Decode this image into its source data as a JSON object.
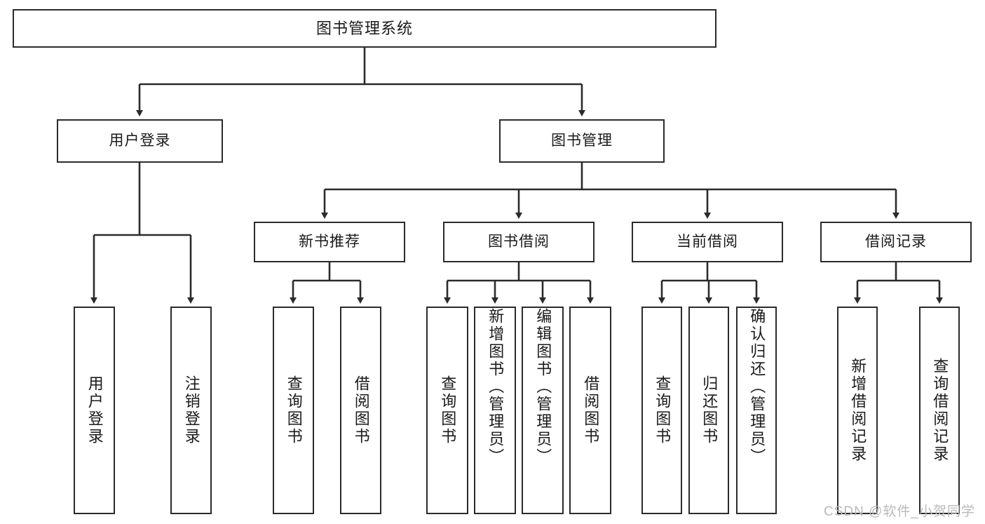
{
  "diagram": {
    "title": "图书管理系统",
    "type": "tree",
    "watermark": "CSDN @软件_小贺同学",
    "colors": {
      "box_border": "#2b2b2b",
      "box_fill": "#ffffff",
      "connector": "#2b2b2b",
      "text": "#1a1a1a",
      "watermark": "#b9b9b9"
    },
    "root": {
      "id": "root",
      "label": "图书管理系统"
    },
    "level2": [
      {
        "id": "user-login",
        "label": "用户登录"
      },
      {
        "id": "book-management",
        "label": "图书管理"
      }
    ],
    "level3": [
      {
        "id": "new-book-recommend",
        "label": "新书推荐"
      },
      {
        "id": "book-borrow",
        "label": "图书借阅"
      },
      {
        "id": "current-borrow",
        "label": "当前借阅"
      },
      {
        "id": "borrow-record",
        "label": "借阅记录"
      }
    ],
    "leaves": {
      "user_login": [
        {
          "id": "leaf-user-login",
          "label": "用户登录"
        },
        {
          "id": "leaf-logout-login",
          "label": "注销登录"
        }
      ],
      "new_book_recommend": [
        {
          "id": "leaf-query-book-1",
          "label": "查询图书"
        },
        {
          "id": "leaf-borrow-book-1",
          "label": "借阅图书"
        }
      ],
      "book_borrow": [
        {
          "id": "leaf-query-book-2",
          "label": "查询图书"
        },
        {
          "id": "leaf-add-book",
          "label": "新增图书（管理员）"
        },
        {
          "id": "leaf-edit-book",
          "label": "编辑图书（管理员）"
        },
        {
          "id": "leaf-borrow-book-2",
          "label": "借阅图书"
        }
      ],
      "current_borrow": [
        {
          "id": "leaf-query-book-3",
          "label": "查询图书"
        },
        {
          "id": "leaf-return-book",
          "label": "归还图书"
        },
        {
          "id": "leaf-confirm-return",
          "label": "确认归还（管理员）"
        }
      ],
      "borrow_record": [
        {
          "id": "leaf-add-borrow-record",
          "label": "新增借阅记录"
        },
        {
          "id": "leaf-query-borrow-record",
          "label": "查询借阅记录"
        }
      ]
    }
  }
}
